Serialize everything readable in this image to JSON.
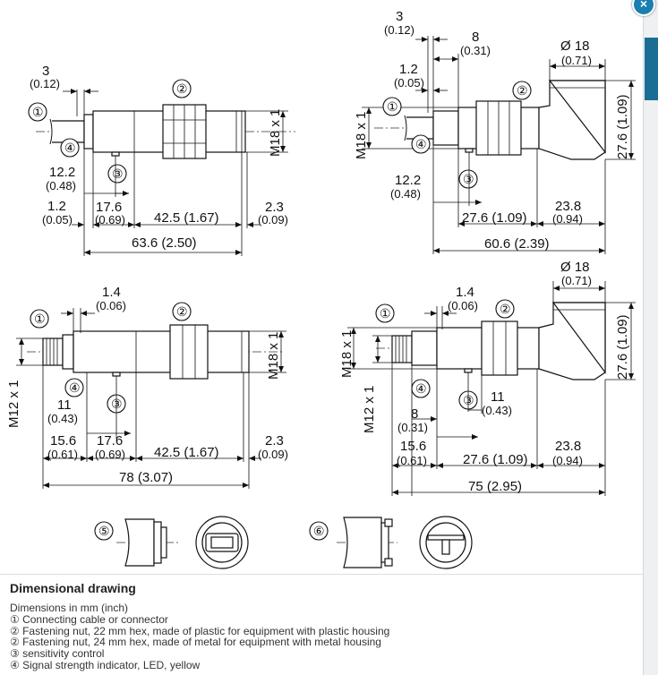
{
  "callouts": {
    "c1": "①",
    "c2": "②",
    "c3": "③",
    "c4": "④",
    "c5": "⑤",
    "c6": "⑥"
  },
  "dims": {
    "d3": "3",
    "d012": "(0.12)",
    "d8": "8",
    "d031": "(0.31)",
    "d12": "1.2",
    "d005": "(0.05)",
    "d14": "1.4",
    "d006": "(0.06)",
    "d122": "12.2",
    "d048": "(0.48)",
    "d176": "17.6",
    "d069": "(0.69)",
    "d425": "42.5 (1.67)",
    "d23": "2.3",
    "d009": "(0.09)",
    "d636": "63.6 (2.50)",
    "d276": "27.6 (1.09)",
    "d276v": "27.6 (1.09)",
    "d238": "23.8",
    "d094": "(0.94)",
    "d606": "60.6 (2.39)",
    "dia18": "Ø 18",
    "d071": "(0.71)",
    "m18": "M18 x 1",
    "m12": "M12 x 1",
    "d11": "11",
    "d043": "(0.43)",
    "d156": "15.6",
    "d061": "(0.61)",
    "d78": "78 (3.07)",
    "d75": "75 (2.95)"
  },
  "caption": {
    "title": "Dimensional drawing",
    "lines": [
      "Dimensions in mm (inch)",
      "① Connecting cable or connector",
      "② Fastening nut, 22 mm hex, made of plastic for equipment with plastic housing",
      "② Fastening nut, 24 mm hex, made of metal for equipment with metal housing",
      "③ sensitivity control",
      "④ Signal strength indicator, LED, yellow"
    ]
  },
  "close_label": "×"
}
